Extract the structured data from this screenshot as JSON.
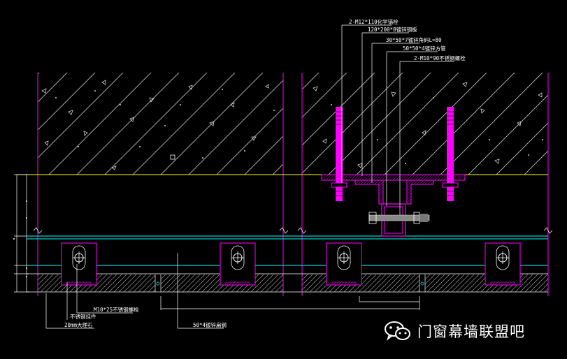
{
  "annotations": {
    "bolt_m12": "2-M12*110化学锚栓",
    "plate_120x200": "120*200*8镀锌钢板",
    "angle_30x50": "30*50*7镀锌角码L=80",
    "tube_50x50": "50*50*4镀锌方管",
    "bolt_m10_90": "2-M10*90不锈钢螺栓",
    "bolt_m10_25": "M10*25不锈钢螺栓",
    "bolt_m10_25_sub": "不锈钢挂件",
    "stone_20mm": "20mm大理石",
    "steel_50x4": "50*4镀锌扁钢"
  },
  "watermark": {
    "icon": "wechat-icon",
    "text": "门窗幕墙联盟吧"
  },
  "colors": {
    "background": "#000000",
    "concrete_border": "#ff00ff",
    "hatch": "#c8c8c8",
    "top_line": "#ffff00",
    "anchor_bolt": "#ff00ff",
    "keel": "#00ffff",
    "leader": "#ffffff",
    "dim": "#ffffff"
  }
}
